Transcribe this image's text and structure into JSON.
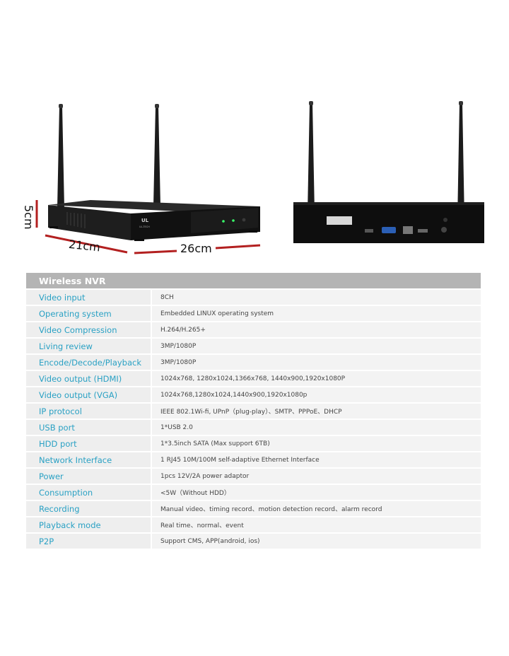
{
  "dimensions": {
    "height": "5cm",
    "depth": "21cm",
    "width": "26cm"
  },
  "device": {
    "logo": "UL",
    "model": "UL-TECH"
  },
  "spec_table": {
    "title": "Wireless NVR",
    "rows": [
      {
        "label": "Video input",
        "value": "8CH"
      },
      {
        "label": "Operating system",
        "value": "Embedded LINUX operating system"
      },
      {
        "label": "Video Compression",
        "value": "H.264/H.265+"
      },
      {
        "label": "Living review",
        "value": "3MP/1080P"
      },
      {
        "label": "Encode/Decode/Playback",
        "value": "3MP/1080P"
      },
      {
        "label": "Video output (HDMI)",
        "value": "1024x768, 1280x1024,1366x768, 1440x900,1920x1080P"
      },
      {
        "label": "Video output (VGA)",
        "value": "1024x768,1280x1024,1440x900,1920x1080p"
      },
      {
        "label": "IP protocol",
        "value": "IEEE 802.1Wi-fi, UPnP（plug-play）、SMTP、PPPoE、DHCP"
      },
      {
        "label": "USB port",
        "value": "1*USB 2.0"
      },
      {
        "label": "HDD port",
        "value": "1*3.5inch SATA (Max support 6TB)"
      },
      {
        "label": "Network Interface",
        "value": "1 RJ45 10M/100M self-adaptive Ethernet Interface"
      },
      {
        "label": "Power",
        "value": "1pcs 12V/2A power adaptor"
      },
      {
        "label": "Consumption",
        "value": "<5W（Without HDD）"
      },
      {
        "label": "Recording",
        "value": "Manual video、timing record、motion detection record、alarm record"
      },
      {
        "label": "Playback mode",
        "value": "Real time、normal、event"
      },
      {
        "label": "P2P",
        "value": "Support CMS, APP(android, ios)"
      }
    ]
  },
  "colors": {
    "header_bg": "#b4b4b4",
    "label_text": "#2aa1c4",
    "value_text": "#444444",
    "row_bg": "#eeeeee"
  }
}
